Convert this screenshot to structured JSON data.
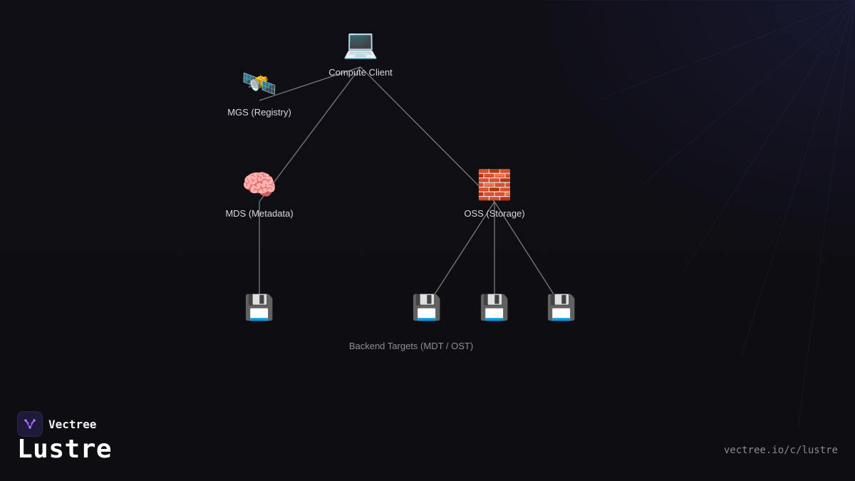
{
  "diagram": {
    "nodes": {
      "client": {
        "emoji": "💻",
        "label": "Compute Client"
      },
      "mgs": {
        "emoji": "🛰️",
        "label": "MGS (Registry)"
      },
      "mds": {
        "emoji": "🧠",
        "label": "MDS (Metadata)"
      },
      "oss": {
        "emoji": "🧱",
        "label": "OSS (Storage)"
      }
    },
    "targets": {
      "icon": "💾",
      "group_label": "Backend Targets (MDT / OST)",
      "count": 4
    },
    "edges": [
      [
        "client",
        "mgs"
      ],
      [
        "client",
        "mds"
      ],
      [
        "client",
        "oss"
      ],
      [
        "mds",
        "mdt"
      ],
      [
        "oss",
        "ost1"
      ],
      [
        "oss",
        "ost2"
      ],
      [
        "oss",
        "ost3"
      ]
    ],
    "colors": {
      "edge": "#7a7a80",
      "background": "#0e0d12",
      "brand_accent": "#a855f7"
    }
  },
  "footer": {
    "brand_name": "Vectree",
    "title": "Lustre",
    "url": "vectree.io/c/lustre",
    "logo_icon": "vectree-logo-icon"
  }
}
